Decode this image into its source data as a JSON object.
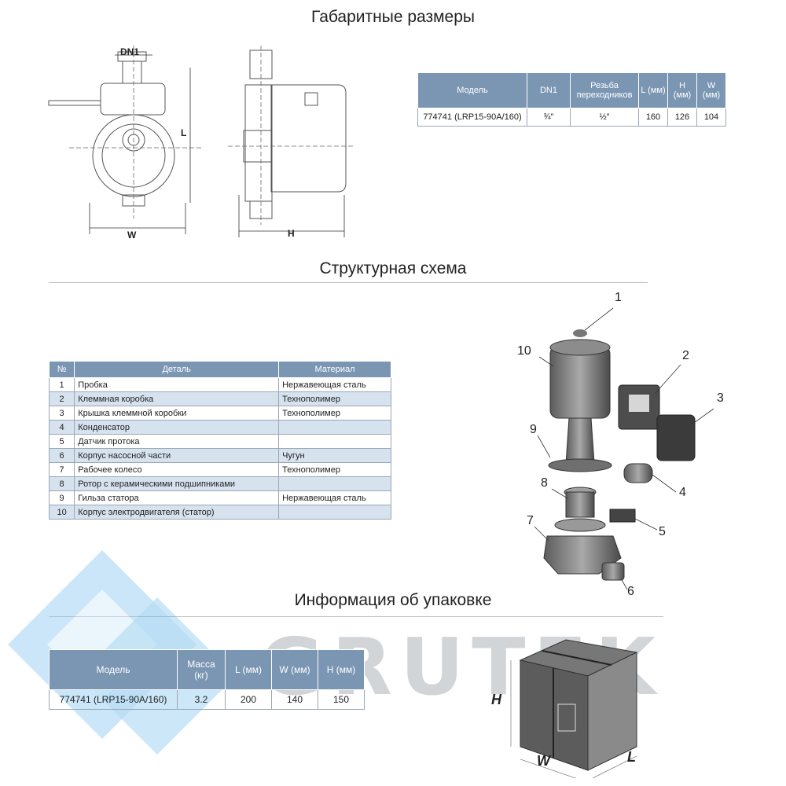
{
  "titles": {
    "dimensions": "Габаритные размеры",
    "structure": "Структурная схема",
    "packaging": "Информация об упаковке"
  },
  "drawing_labels": {
    "dn1": "DN1",
    "l": "L",
    "w": "W",
    "h": "H"
  },
  "dimensions_table": {
    "headers": [
      "Модель",
      "DN1",
      "Резьба переходников",
      "L (мм)",
      "H (мм)",
      "W (мм)"
    ],
    "row": [
      "774741 (LRP15-90A/160)",
      "¾\"",
      "½\"",
      "160",
      "126",
      "104"
    ]
  },
  "structure_table": {
    "headers": [
      "№",
      "Деталь",
      "Материал"
    ],
    "rows": [
      [
        "1",
        "Пробка",
        "Нержавеющая сталь"
      ],
      [
        "2",
        "Клеммная коробка",
        "Технополимер"
      ],
      [
        "3",
        "Крышка клеммной коробки",
        "Технополимер"
      ],
      [
        "4",
        "Конденсатор",
        ""
      ],
      [
        "5",
        "Датчик протока",
        ""
      ],
      [
        "6",
        "Корпус насосной части",
        "Чугун"
      ],
      [
        "7",
        "Рабочее колесо",
        "Технополимер"
      ],
      [
        "8",
        "Ротор с керамическими подшипниками",
        ""
      ],
      [
        "9",
        "Гильза статора",
        "Нержавеющая сталь"
      ],
      [
        "10",
        "Корпус электродвигателя (статор)",
        ""
      ]
    ]
  },
  "callouts": [
    "1",
    "2",
    "3",
    "4",
    "5",
    "6",
    "7",
    "8",
    "9",
    "10"
  ],
  "packaging_table": {
    "headers": [
      "Модель",
      "Масса (кг)",
      "L (мм)",
      "W (мм)",
      "H (мм)"
    ],
    "row": [
      "774741 (LRP15-90A/160)",
      "3.2",
      "200",
      "140",
      "150"
    ]
  },
  "box_labels": {
    "h": "H",
    "w": "W",
    "l": "L"
  },
  "watermark": "GRUTEK",
  "colors": {
    "table_header": "#7b96b3",
    "row_alt": "#d7e2ef",
    "watermark": "#3aa0dc"
  }
}
